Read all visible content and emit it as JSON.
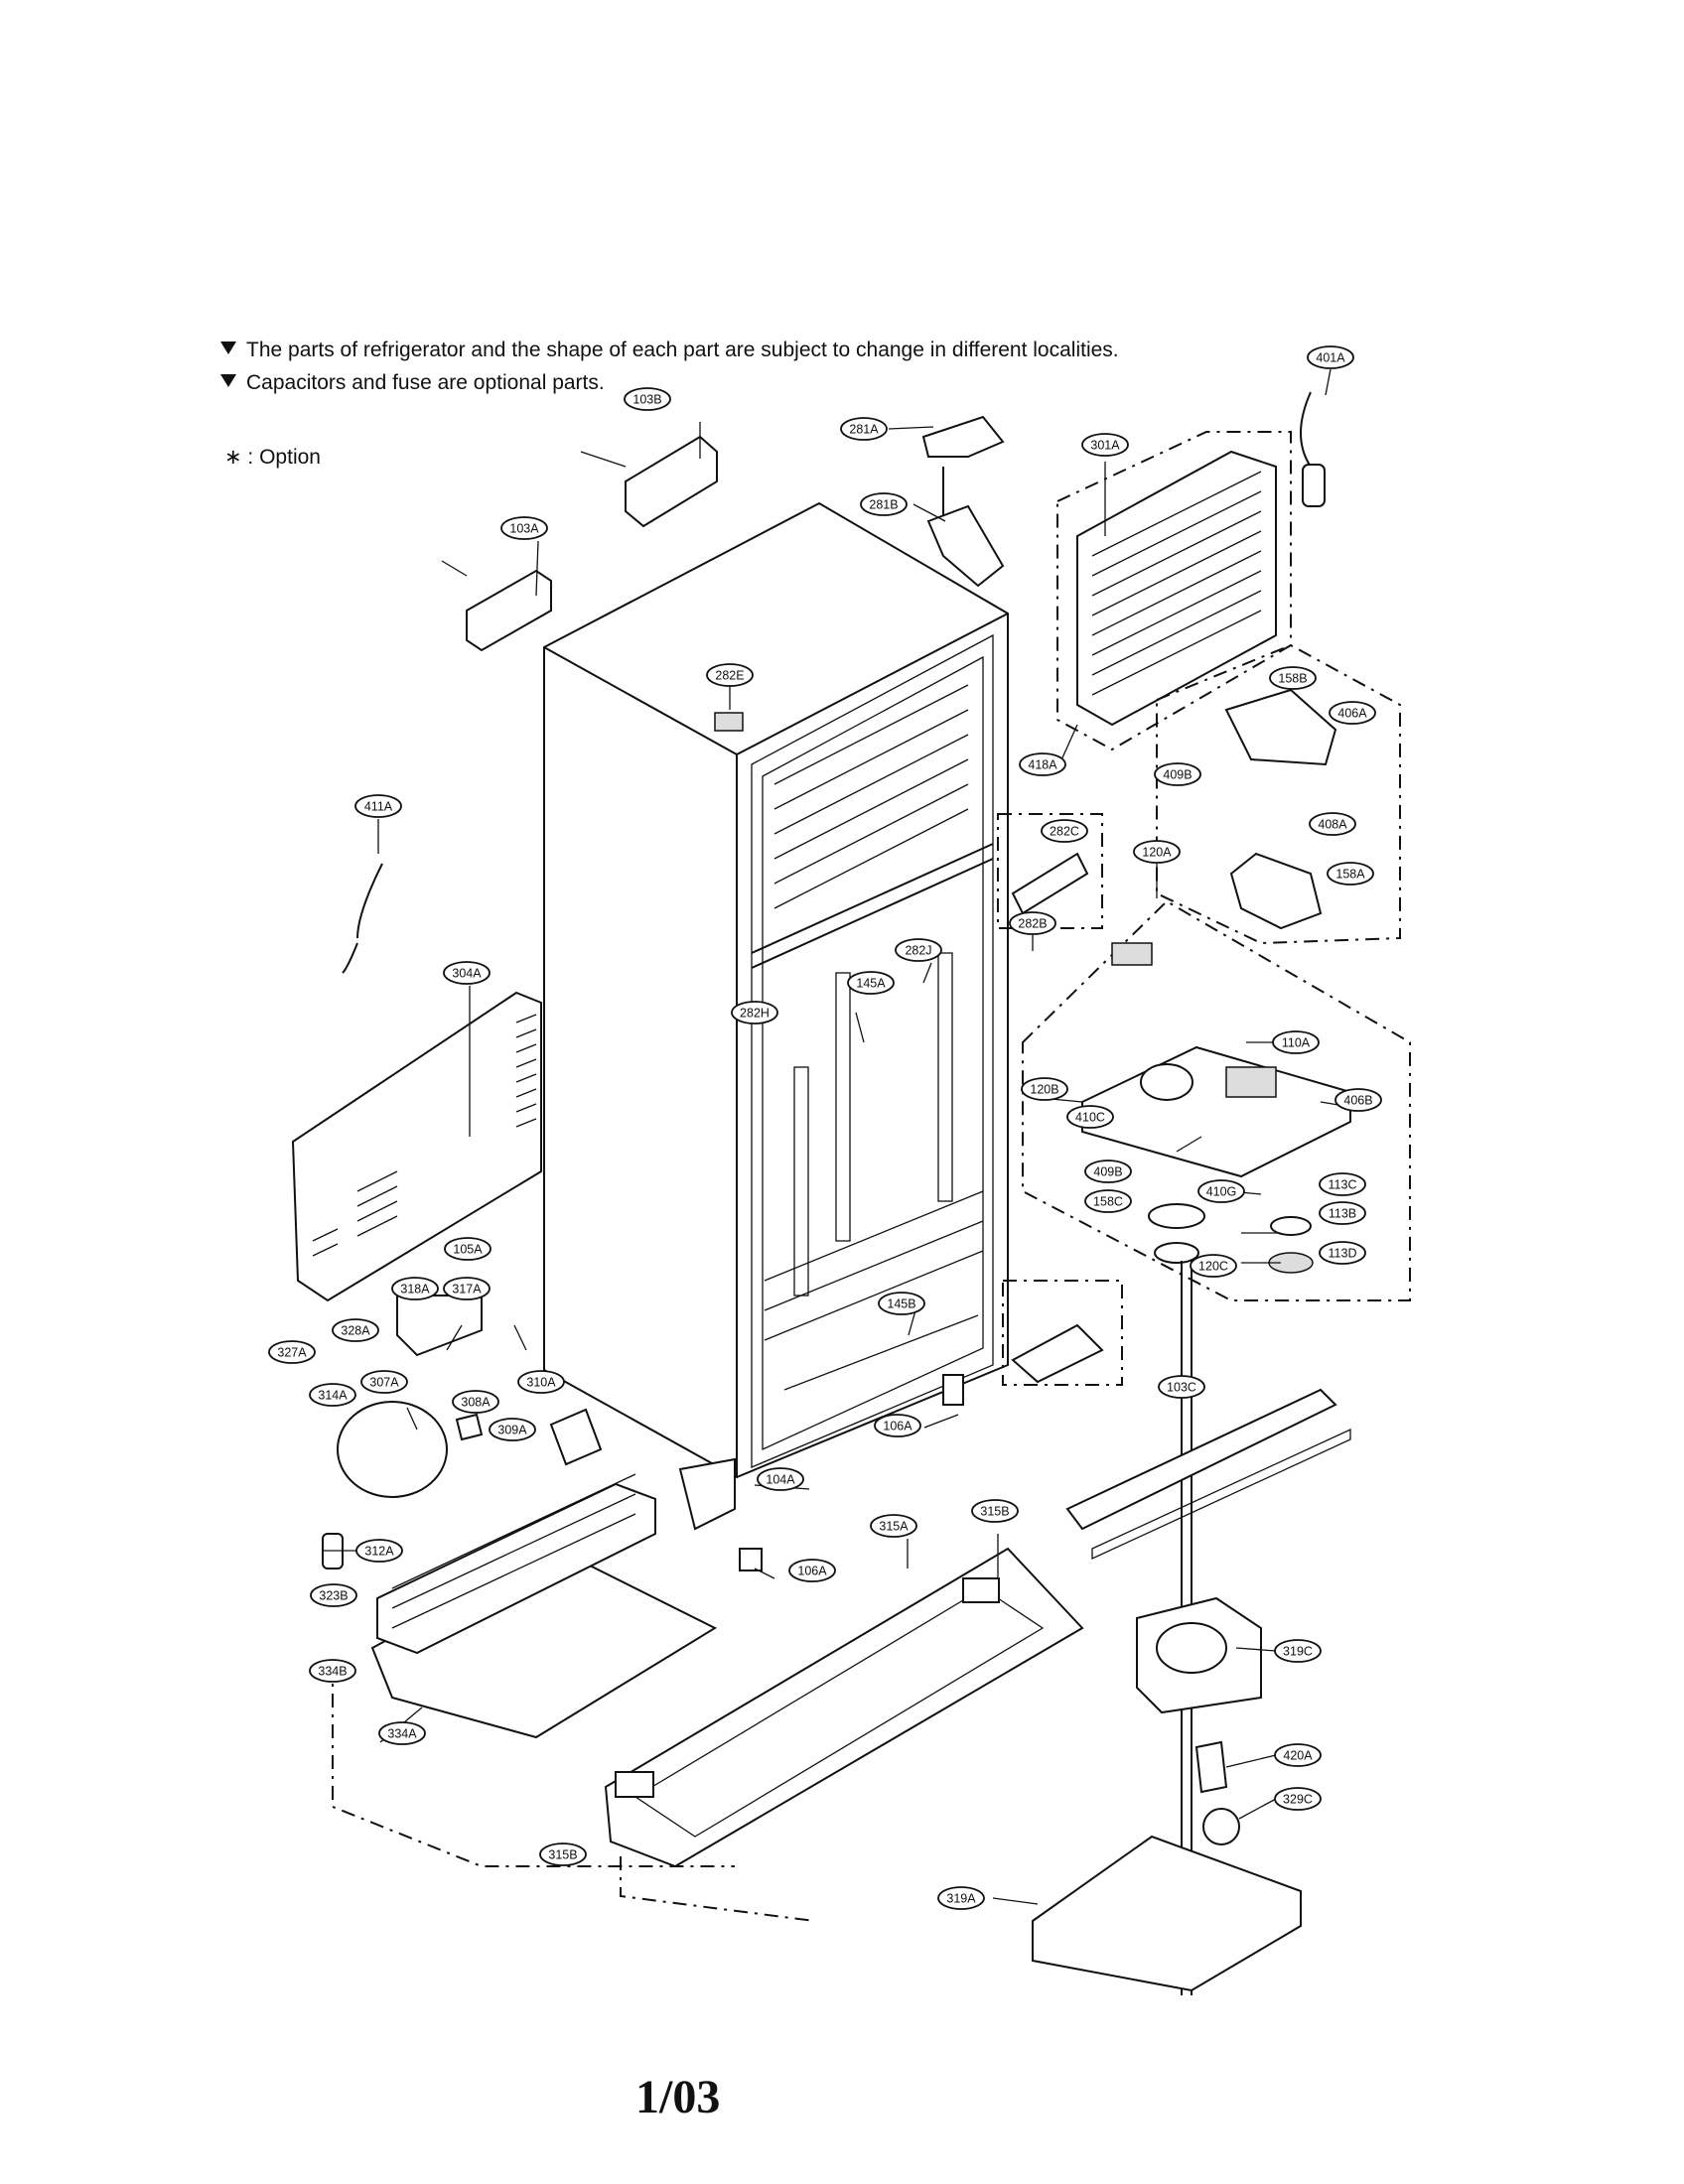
{
  "notes": [
    "The parts of refrigerator and the shape of each part are subject to change in different localities.",
    "Capacitors and fuse are optional parts."
  ],
  "option_note": "∗ : Option",
  "page_footer": "1/03",
  "part_labels": [
    "401A",
    "103B",
    "281A",
    "301A",
    "281B",
    "103A",
    "282E",
    "158B",
    "406A",
    "418A",
    "409B",
    "408A",
    "411A",
    "282C",
    "120A",
    "158A",
    "282B",
    "282J",
    "304A",
    "145A",
    "282H",
    "110A",
    "120B",
    "410C",
    "406B",
    "409B",
    "410G",
    "113C",
    "158C",
    "113B",
    "105A",
    "120C",
    "113D",
    "318A",
    "317A",
    "145B",
    "328A",
    "327A",
    "310A",
    "103C",
    "314A",
    "307A",
    "308A",
    "106A",
    "309A",
    "104A",
    "315B",
    "315A",
    "312A",
    "106A",
    "323B",
    "319C",
    "334B",
    "420A",
    "334A",
    "329C",
    "315B",
    "319A"
  ]
}
